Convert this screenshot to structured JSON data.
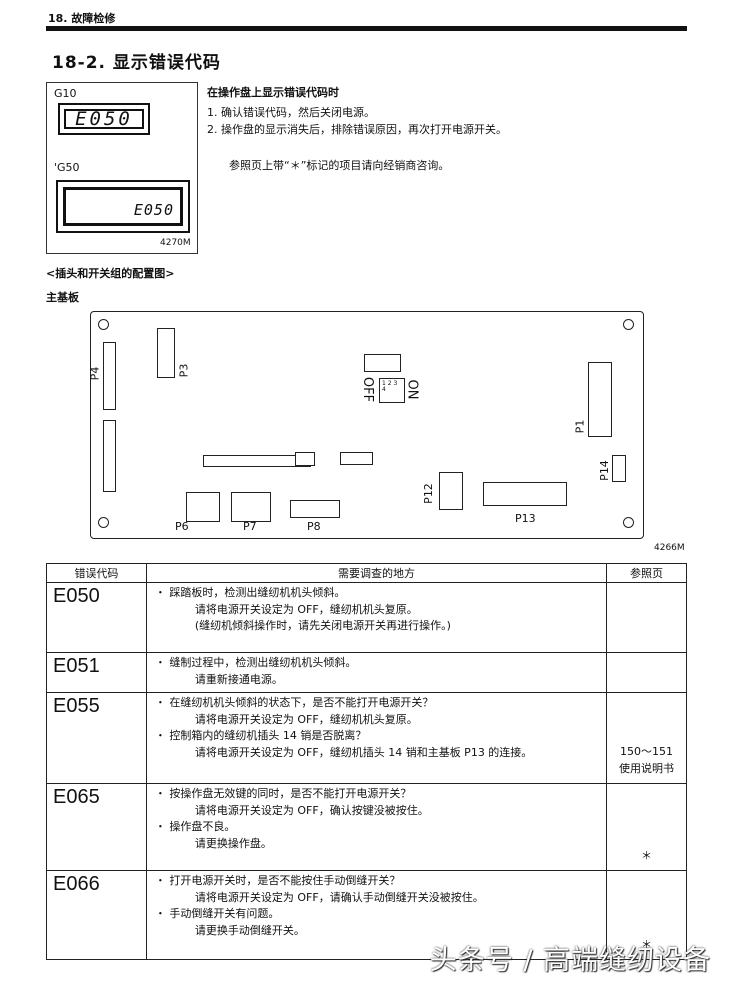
{
  "header": {
    "section": "18. 故障检修"
  },
  "title": "18-2. 显示错误代码",
  "panel_figure": {
    "g10_label": "G10",
    "g10_display": "E050",
    "g50_label": "'G50",
    "g50_display": "E050",
    "figure_code": "4270M"
  },
  "instructions": {
    "heading": "在操作盘上显示错误代码时",
    "steps": [
      "1.  确认错误代码，然后关闭电源。",
      "2.  操作盘的显示消失后，排除错误原因，再次打开电源开关。"
    ],
    "note": "参照页上带“＊”标记的项目请向经销商咨询。"
  },
  "board_figure": {
    "heading": "<插头和开关组的配置图>",
    "subheading": "主基板",
    "labels": {
      "p1": "P1",
      "p3": "P3",
      "p4": "P4",
      "p6": "P6",
      "p7": "P7",
      "p8": "P8",
      "p12": "P12",
      "p13": "P13",
      "p14": "P14",
      "on": "ON",
      "off": "OFF",
      "dip": "1 2 3 4"
    },
    "figure_code": "4266M"
  },
  "table": {
    "headers": [
      "错误代码",
      "需要调查的地方",
      "参照页"
    ],
    "rows": [
      {
        "code": "E050",
        "lines": [
          {
            "b": "・ 踩踏板时，检测出缝纫机机头倾斜。"
          },
          {
            "i": "请将电源开关设定为 OFF，缝纫机机头复原。"
          },
          {
            "i": "(缝纫机倾斜操作时，请先关闭电源开关再进行操作。)"
          }
        ],
        "ref": ""
      },
      {
        "code": "E051",
        "lines": [
          {
            "b": "・ 缝制过程中，检测出缝纫机机头倾斜。"
          },
          {
            "i": "请重新接通电源。"
          }
        ],
        "ref": ""
      },
      {
        "code": "E055",
        "lines": [
          {
            "b": "・ 在缝纫机机头倾斜的状态下，是否不能打开电源开关？"
          },
          {
            "i": "请将电源开关设定为 OFF，缝纫机机头复原。"
          },
          {
            "b": "・ 控制箱内的缝纫机插头 14 销是否脱离？"
          },
          {
            "i": "请将电源开关设定为 OFF，缝纫机插头 14 销和主基板 P13 的连接。"
          }
        ],
        "ref": "150～151\n使用说明书"
      },
      {
        "code": "E065",
        "lines": [
          {
            "b": "・ 按操作盘无效键的同时，是否不能打开电源开关？"
          },
          {
            "i": "请将电源开关设定为 OFF，确认按键没被按住。"
          },
          {
            "b": "・ 操作盘不良。"
          },
          {
            "i": "请更换操作盘。"
          }
        ],
        "ref": "＊"
      },
      {
        "code": "E066",
        "lines": [
          {
            "b": "・ 打开电源开关时，是否不能按住手动倒缝开关？"
          },
          {
            "i": "请将电源开关设定为 OFF，请确认手动倒缝开关没被按住。"
          },
          {
            "b": "・ 手动倒缝开关有问题。"
          },
          {
            "i": "请更换手动倒缝开关。"
          }
        ],
        "ref": "＊"
      }
    ]
  },
  "watermark": "头条号 / 高端缝纫设备"
}
